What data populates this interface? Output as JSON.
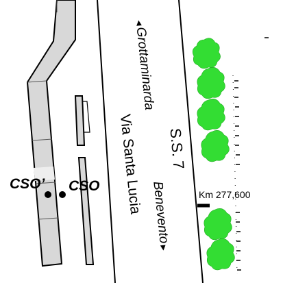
{
  "map": {
    "labels": {
      "cso_prime": "CSO’",
      "cso": "CSO",
      "via": "Via Santa Lucia",
      "ss7": "S.S. 7",
      "grottaminarda": "Grottaminarda",
      "benevento": "Benevento",
      "km": "Km 277,600"
    },
    "arrows": {
      "up": "◄",
      "down": "►"
    },
    "colors": {
      "building_fill": "#d8d8d8",
      "tree_fill": "#33dd33",
      "line": "#000000"
    },
    "icons": [
      "tree-icon",
      "km-marker-icon",
      "arrow-icon"
    ]
  }
}
